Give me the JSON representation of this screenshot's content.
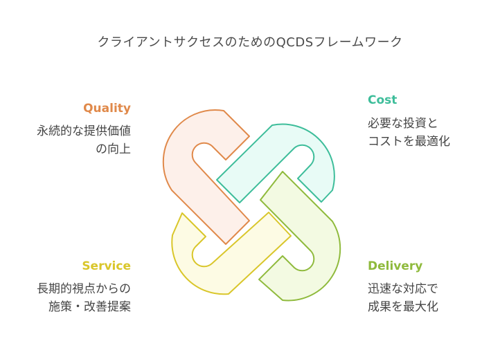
{
  "title": "クライアントサクセスのためのQCDSフレームワーク",
  "quadrants": {
    "quality": {
      "label": "Quality",
      "desc_line1": "永続的な提供価値",
      "desc_line2": "の向上",
      "color": "#e0894a",
      "fill": "#fdf0ea"
    },
    "cost": {
      "label": "Cost",
      "desc_line1": "必要な投資と",
      "desc_line2": "コストを最適化",
      "color": "#3dbd9a",
      "fill": "#e8fbf6"
    },
    "service": {
      "label": "Service",
      "desc_line1": "長期的視点からの",
      "desc_line2": "施策・改善提案",
      "color": "#d9c62a",
      "fill": "#fdfbe4"
    },
    "delivery": {
      "label": "Delivery",
      "desc_line1": "迅速な対応で",
      "desc_line2": "成果を最大化",
      "color": "#8fba3c",
      "fill": "#f3fae2"
    }
  }
}
